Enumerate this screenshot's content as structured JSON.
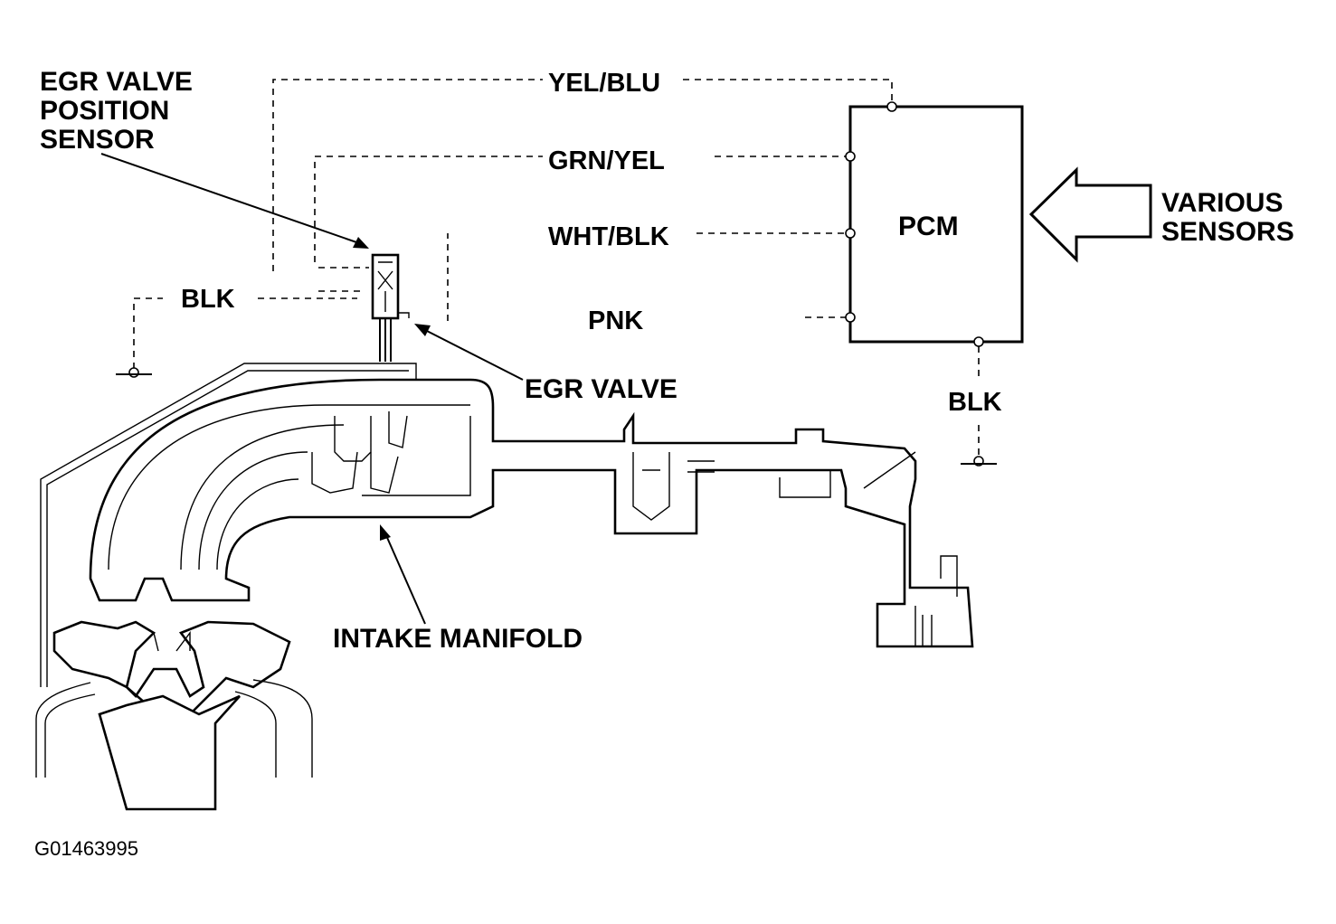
{
  "labels": {
    "egr_sensor_line1": "EGR VALVE",
    "egr_sensor_line2": "POSITION",
    "egr_sensor_line3": "SENSOR",
    "wire_yel_blu": "YEL/BLU",
    "wire_grn_yel": "GRN/YEL",
    "wire_wht_blk": "WHT/BLK",
    "wire_pnk": "PNK",
    "wire_blk_left": "BLK",
    "wire_blk_right": "BLK",
    "pcm": "PCM",
    "various_line1": "VARIOUS",
    "various_line2": "SENSORS",
    "egr_valve": "EGR VALVE",
    "intake_manifold": "INTAKE MANIFOLD",
    "figure_id": "G01463995"
  },
  "colors": {
    "ink": "#000000",
    "paper": "#ffffff"
  }
}
